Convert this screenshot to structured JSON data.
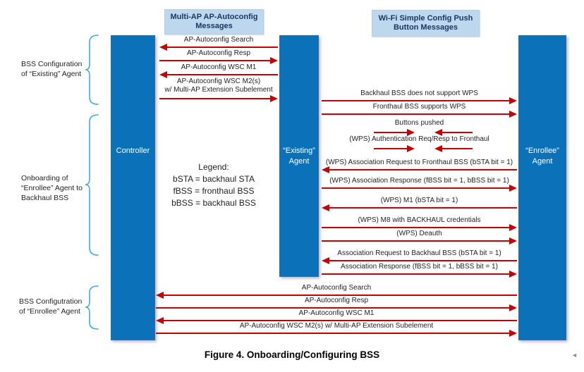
{
  "headers": {
    "multiap": "Multi-AP AP-Autoconfig Messages",
    "wps": "Wi-Fi Simple Config Push Button Messages"
  },
  "lifelines": {
    "controller": "Controller",
    "existing": "“Existing” Agent",
    "enrollee": "“Enrollee” Agent"
  },
  "group_labels": [
    {
      "lines": [
        "BSS Configuration",
        "of “Existing” Agent"
      ]
    },
    {
      "lines": [
        "Onboarding of",
        "“Enrollee” Agent to",
        "Backhaul BSS"
      ]
    },
    {
      "lines": [
        "BSS Configutration",
        "of “Enrollee” Agent"
      ]
    }
  ],
  "legend": {
    "title": "Legend:",
    "lines": [
      "bSTA = backhaul STA",
      "fBSS = fronthaul BSS",
      "bBSS = backhaul BSS"
    ]
  },
  "sections": {
    "top": {
      "messages": [
        {
          "label": "AP-Autoconfig Search",
          "dir": "left"
        },
        {
          "label": "AP-Autoconfig Resp",
          "dir": "right"
        },
        {
          "label": "AP-Autoconfig WSC M1",
          "dir": "left"
        },
        {
          "lines": [
            "AP-Autoconfig WSC M2(s)",
            "w/ Multi-AP Extension Subelement"
          ],
          "dir": "right"
        }
      ]
    },
    "right": {
      "messages": [
        {
          "label": "Backhaul BSS does not support WPS",
          "dir": "right"
        },
        {
          "label": "Fronthaul BSS supports WPS",
          "dir": "right"
        },
        {
          "label": "Buttons pushed",
          "dir": "both"
        },
        {
          "label": "(WPS) Authentication Req/Resp to Fronthaul",
          "dir": "both"
        },
        {
          "label": "(WPS) Association Request to Fronthaul BSS (bSTA bit = 1)",
          "dir": "left"
        },
        {
          "label": "(WPS) Association Response (fBSS bit = 1, bBSS bit = 1)",
          "dir": "right"
        },
        {
          "label": "(WPS) M1 (bSTA bit = 1)",
          "dir": "left"
        },
        {
          "label": "(WPS) M8 with BACKHAUL credentials",
          "dir": "right"
        },
        {
          "label": "(WPS) Deauth",
          "dir": "right"
        },
        {
          "label": "Association Request to Backhaul BSS (bSTA bit = 1)",
          "dir": "left"
        },
        {
          "label": "Association Response (fBSS bit = 1, bBSS bit = 1)",
          "dir": "right"
        }
      ]
    },
    "bottom": {
      "messages": [
        {
          "label": "AP-Autoconfig Search",
          "dir": "left"
        },
        {
          "label": "AP-Autoconfig Resp",
          "dir": "right"
        },
        {
          "label": "AP-Autoconfig WSC M1",
          "dir": "left"
        },
        {
          "label": "AP-Autoconfig WSC M2(s) w/ Multi-AP Extension Subelement",
          "dir": "right"
        }
      ]
    }
  },
  "figure": {
    "caption": "Figure 4.  Onboarding/Configuring BSS"
  },
  "misc": {
    "corner_glyph": "◄"
  },
  "colors": {
    "bar": "#0b72b9",
    "arrow": "#c40000",
    "brace": "#45aadd",
    "header_fill": "#bdd7ee"
  }
}
